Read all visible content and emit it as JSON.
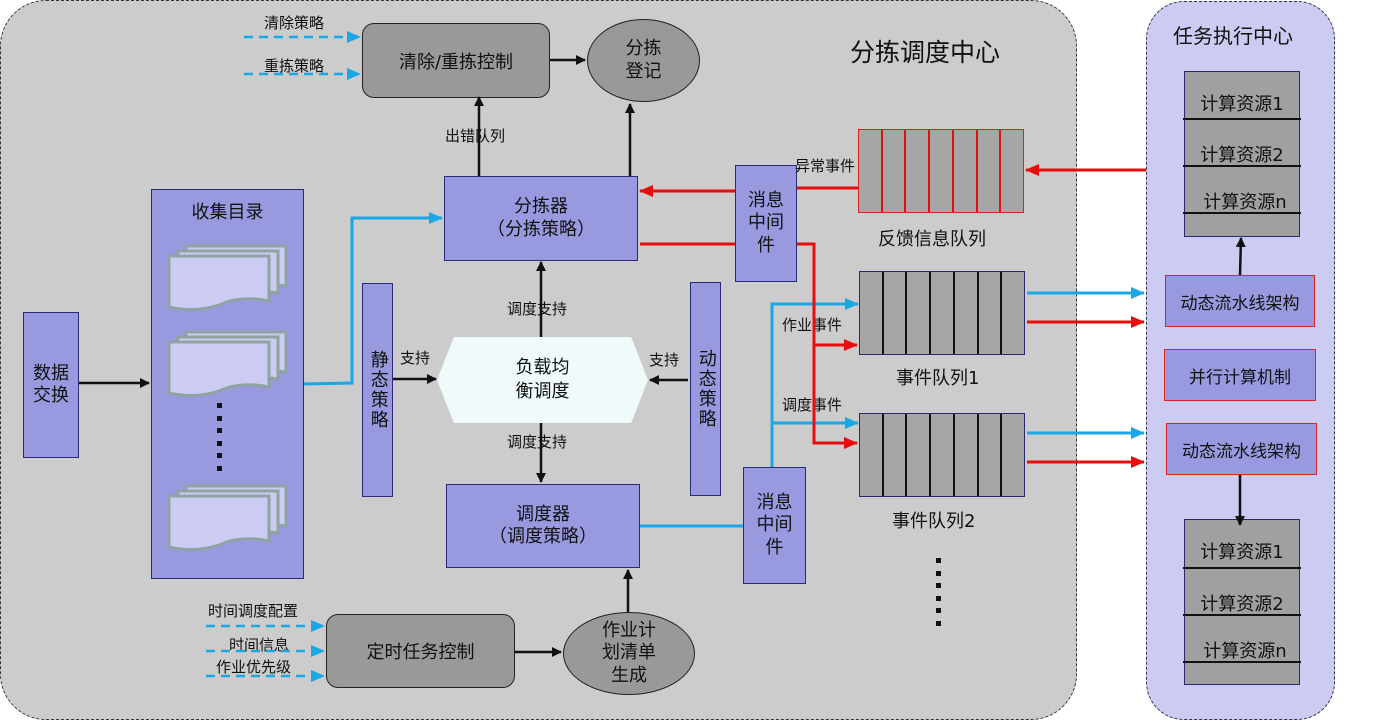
{
  "sort_center": {
    "title": "分拣调度中心",
    "clear_control": {
      "label": "清除/重拣控制",
      "inputs": [
        "清除策略",
        "重拣策略"
      ]
    },
    "sort_register": "分拣\n登记",
    "error_queue_label": "出错队列",
    "data_exchange": "数据\n交换",
    "collect_dir": {
      "title": "收集目录"
    },
    "sorter": {
      "title": "分拣器",
      "subtitle": "（分拣策略）"
    },
    "scheduler": {
      "title": "调度器",
      "subtitle": "（调度策略）"
    },
    "schedule_support_top": "调度支持",
    "schedule_support_bottom": "调度支持",
    "static_policy": "静态策略",
    "dynamic_policy": "动态策略",
    "support_left": "支持",
    "support_right": "支持",
    "load_balance": "负载均\n衡调度",
    "middleware_top": "消息\n中间\n件",
    "middleware_bottom": "消息\n中间\n件",
    "abnormal_event": "异常事件",
    "feedback_queue": "反馈信息队列",
    "job_event": "作业事件",
    "schedule_event": "调度事件",
    "event_queue_1": "事件队列1",
    "event_queue_2": "事件队列2",
    "timer_control": {
      "label": "定时任务控制",
      "inputs": [
        "时间调度配置",
        "时间信息",
        "作业优先级"
      ]
    },
    "job_plan": "作业计\n划清单\n生成"
  },
  "exec_center": {
    "title": "任务执行中心",
    "resources_top": [
      "计算资源1",
      "计算资源2",
      "计算资源n"
    ],
    "pipeline_1": "动态流水线架构",
    "parallel": "并行计算机制",
    "pipeline_2": "动态流水线架构",
    "resources_bottom": [
      "计算资源1",
      "计算资源2",
      "计算资源n"
    ]
  },
  "colors": {
    "panel_gray": "#cccccc",
    "panel_lavender": "#ccccf2",
    "box_purple": "#9999e0",
    "flow_blue": "#1aa7e6",
    "flow_red": "#e80c0c"
  }
}
